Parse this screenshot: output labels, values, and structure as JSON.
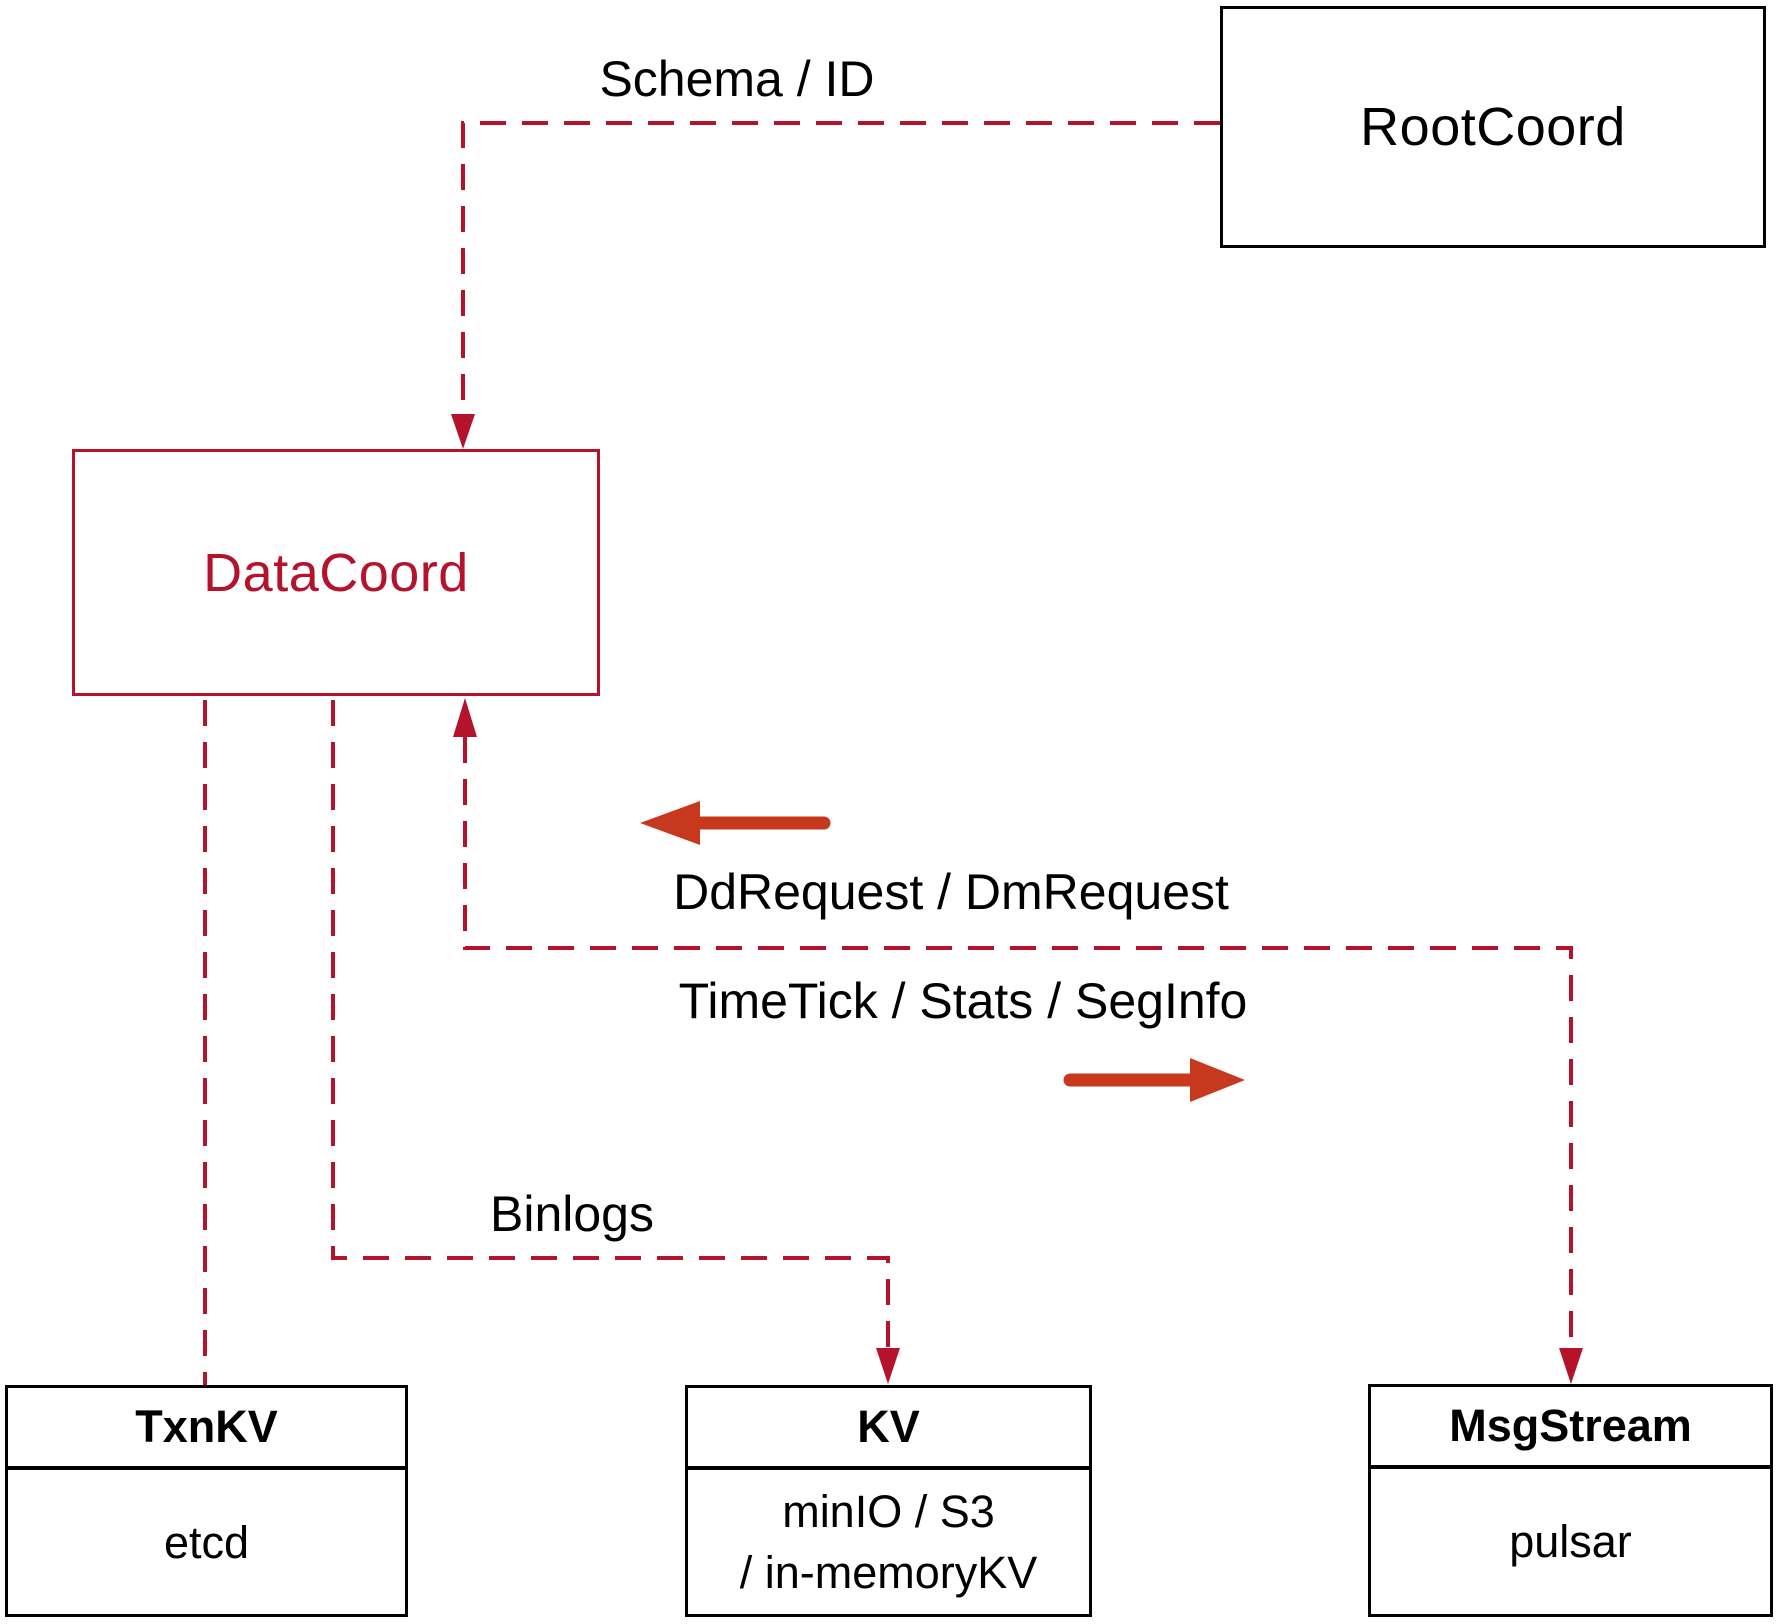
{
  "diagram": {
    "nodes": {
      "rootcoord": {
        "label": "RootCoord"
      },
      "datacoord": {
        "label": "DataCoord"
      },
      "txnkv": {
        "header": "TxnKV",
        "body": "etcd"
      },
      "kv": {
        "header": "KV",
        "body_line1": "minIO / S3",
        "body_line2": "/ in-memoryKV"
      },
      "msgstream": {
        "header": "MsgStream",
        "body": "pulsar"
      }
    },
    "edge_labels": {
      "schema_id": "Schema / ID",
      "dd_dm_request": "DdRequest / DmRequest",
      "timetick_stats_seginfo": "TimeTick / Stats / SegInfo",
      "binlogs": "Binlogs"
    },
    "colors": {
      "line_red": "#b5122b",
      "arrow_red": "#c7391e",
      "box_black": "#000000",
      "background": "#ffffff"
    }
  }
}
